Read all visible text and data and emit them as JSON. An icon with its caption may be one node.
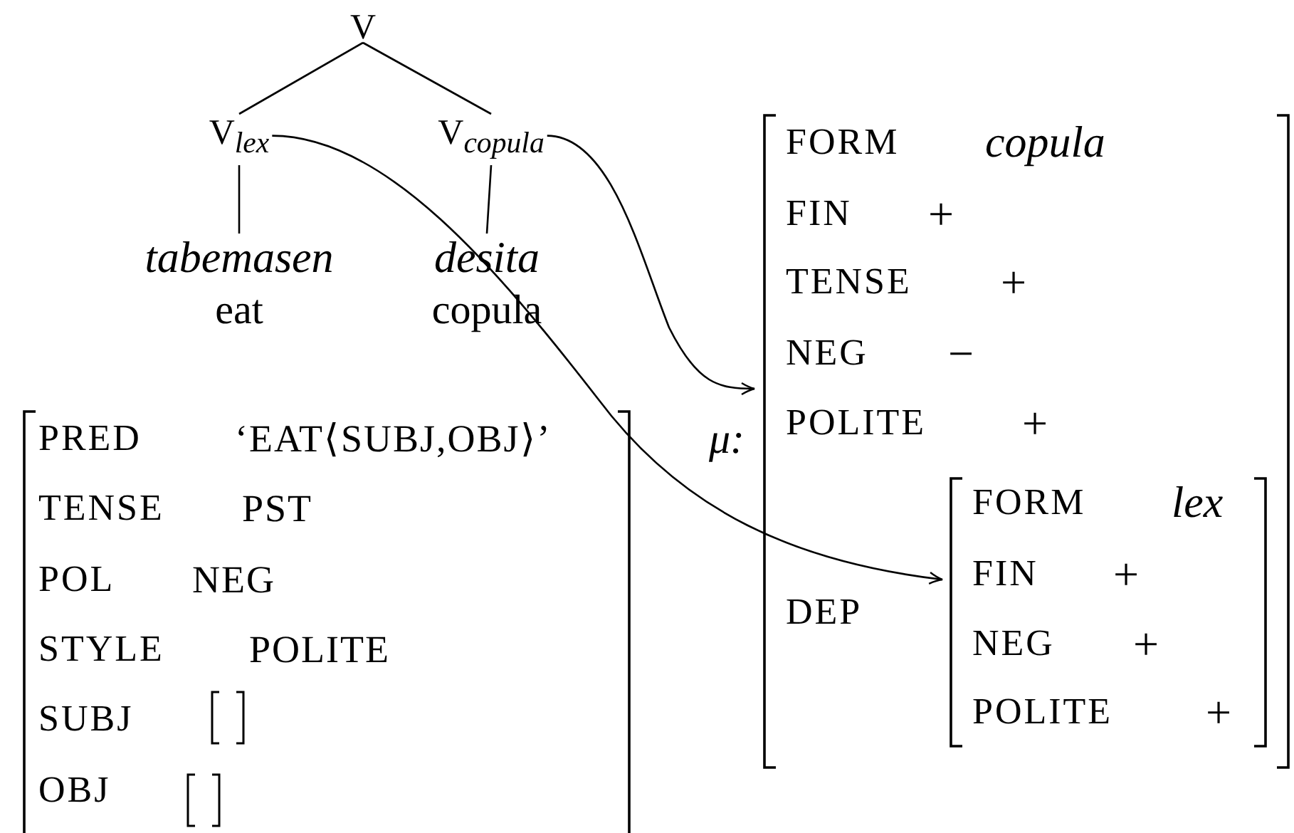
{
  "diagram": {
    "nodes": [
      {
        "text": [
          "V"
        ]
      },
      {
        "text": [
          "V$_{lex}$"
        ]
      },
      {
        "text": [
          "V$_{copula}$"
        ]
      },
      {
        "text": [
          "tabemasen",
          "eat"
        ]
      },
      {
        "text": [
          "desita",
          "copula"
        ]
      },
      {
        "text": [
          "PRED",
          "‘EAT⟨SUBJ,OBJ⟩’",
          "TENSE",
          "PST",
          "POL",
          "NEG",
          "STYLE",
          "POLITE",
          "SUBJ",
          "OBJ"
        ]
      },
      {
        "text": [],
        "shape": "box",
        "in": 5
      },
      {
        "text": [],
        "shape": "box",
        "in": 5
      },
      {
        "text": [
          "FORM",
          "copula",
          "FIN",
          "+",
          "TENSE",
          "+",
          "NEG",
          "−",
          "POLITE",
          "+",
          "DEP"
        ],
        "beside": [
          "μ:"
        ]
      },
      {
        "text": [
          "FORM",
          "lex",
          "FIN",
          "+",
          "NEG",
          "+",
          "POLITE",
          "+"
        ],
        "in": 8
      }
    ],
    "edges": [
      {
        "from": 0,
        "to": 1,
        "arrow": "none"
      },
      {
        "from": 0,
        "to": 2,
        "arrow": "none"
      },
      {
        "from": 1,
        "to": 3,
        "arrow": "none"
      },
      {
        "from": 2,
        "to": 4,
        "arrow": "none"
      },
      {
        "from": 1,
        "to": 9,
        "arrow": "to"
      },
      {
        "from": 2,
        "to": 8,
        "arrow": "to"
      }
    ]
  }
}
